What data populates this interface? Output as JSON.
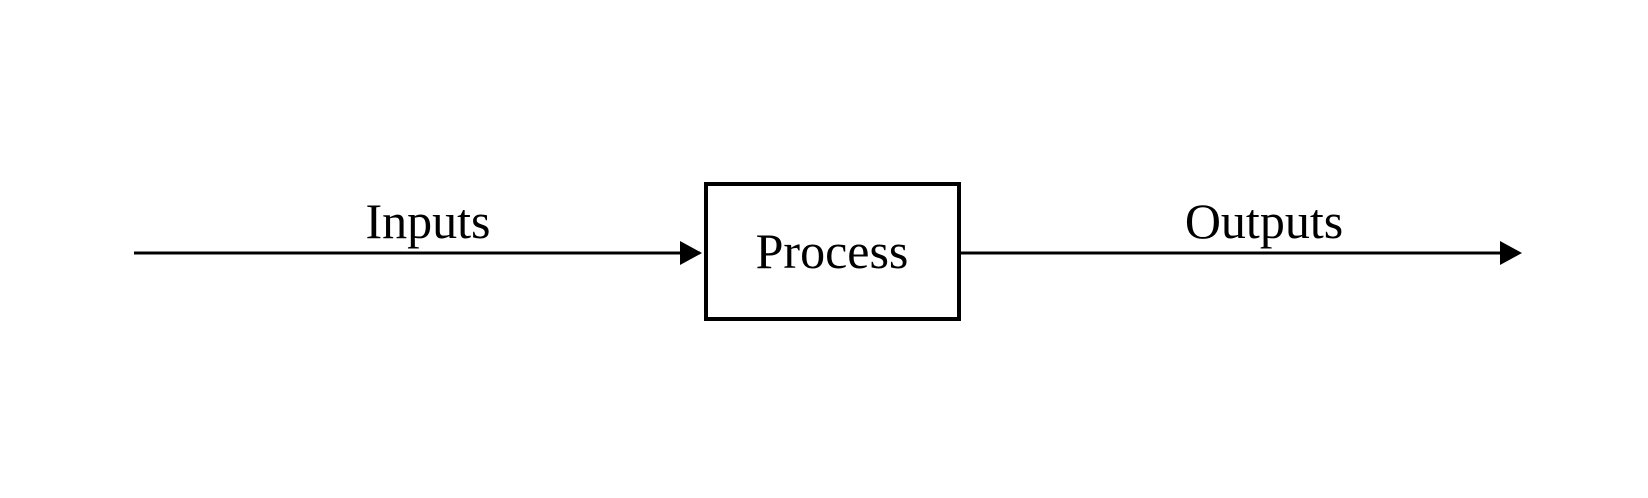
{
  "diagram": {
    "colors": {
      "stroke": "#000000",
      "text": "#000000",
      "background": "#ffffff"
    },
    "nodes": [
      {
        "id": "process",
        "label": "Process"
      }
    ],
    "edges": [
      {
        "id": "inputs",
        "label": "Inputs",
        "to": "process"
      },
      {
        "id": "outputs",
        "label": "Outputs",
        "from": "process"
      }
    ]
  }
}
